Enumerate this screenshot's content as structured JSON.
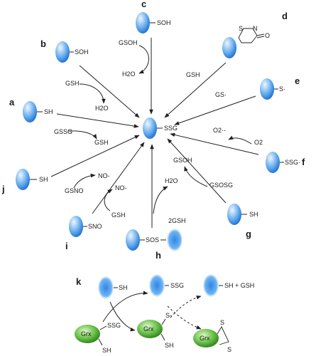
{
  "center": {
    "label": "SSG"
  },
  "panels": {
    "a": {
      "letter": "a",
      "protein": "SH",
      "reagent": "GSSG",
      "product": "GSH"
    },
    "b": {
      "letter": "b",
      "protein": "SOH",
      "reagent": "GSH",
      "product": "H2O"
    },
    "c": {
      "letter": "c",
      "protein": "SOH",
      "reagent": "GSOH",
      "product": "H2O"
    },
    "d": {
      "letter": "d",
      "ring_atom_s": "S",
      "ring_atom_n": "N",
      "ring_atom_o": "O",
      "reagent": "GSH"
    },
    "e": {
      "letter": "e",
      "protein": "S·",
      "reagent": "GS·"
    },
    "f": {
      "letter": "f",
      "protein": "SSG·",
      "reagent": "O2",
      "product": "O2·-"
    },
    "g": {
      "letter": "g",
      "protein": "SH",
      "reagent": "GSOSG",
      "product": "GSOH"
    },
    "h": {
      "letter": "h",
      "protein": "SOS",
      "reagent": "2GSH",
      "product": "H2O"
    },
    "i": {
      "letter": "i",
      "protein": "SNO",
      "reagent": "GSH",
      "product": "NO-"
    },
    "j": {
      "letter": "j",
      "protein": "SH",
      "reagent": "GSNO",
      "product": "NO-"
    }
  },
  "panel_k": {
    "letter": "k",
    "protein_sh": "SH",
    "protein_ssg": "SSG",
    "protein_sh_gsh": "SH + GSH",
    "grx": "Grx",
    "grx_ssg": "SSG",
    "grx_sh": "SH",
    "grx_s_minus": "S-",
    "grx_s1": "S",
    "grx_s2": "S"
  },
  "colors": {
    "protein_light": "#e8f4ff",
    "protein_dark": "#2a7fdc",
    "grx_light": "#c9f0b4",
    "grx_dark": "#2e7d1a"
  }
}
